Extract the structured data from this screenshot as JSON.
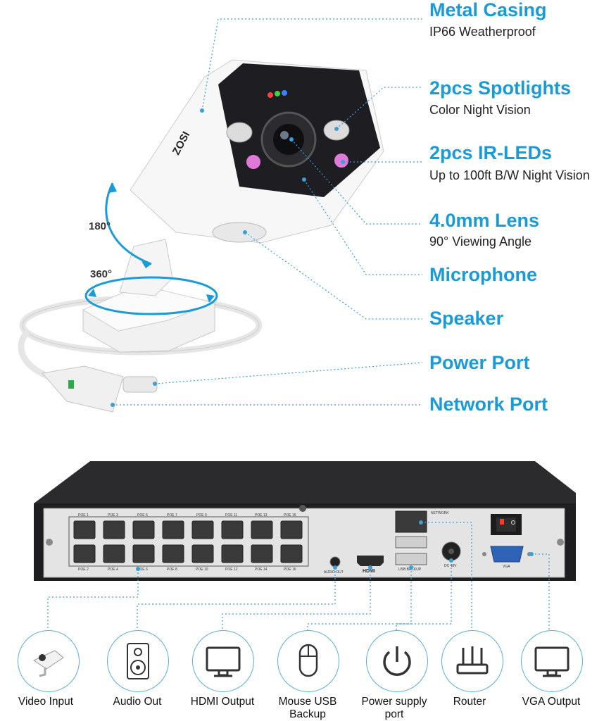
{
  "camera": {
    "brand": "ZOSI",
    "rotation_vertical": "180°",
    "rotation_horizontal": "360°"
  },
  "features": [
    {
      "title": "Metal Casing",
      "subtitle": "IP66 Weatherproof"
    },
    {
      "title": "2pcs Spotlights",
      "subtitle": "Color Night Vision"
    },
    {
      "title": "2pcs IR-LEDs",
      "subtitle": "Up to 100ft B/W Night Vision"
    },
    {
      "title": "4.0mm Lens",
      "subtitle": "90° Viewing Angle"
    },
    {
      "title": "Microphone",
      "subtitle": ""
    },
    {
      "title": "Speaker",
      "subtitle": ""
    },
    {
      "title": "Power Port",
      "subtitle": ""
    },
    {
      "title": "Network Port",
      "subtitle": ""
    }
  ],
  "nvr": {
    "poe_top": [
      "POE 1",
      "POE 3",
      "POE 5",
      "POE 7",
      "POE 9",
      "POE 11",
      "POE 13",
      "POE 15"
    ],
    "poe_bottom": [
      "POE 2",
      "POE 4",
      "POE 6",
      "POE 8",
      "POE 10",
      "POE 12",
      "POE 14",
      "POE 16"
    ],
    "audio_out": "AUDIO OUT",
    "hdmi": "HDMI",
    "network": "NETWORK",
    "usb_backup": "USB BACKUP",
    "dc": "DC 48V",
    "vga": "VGA"
  },
  "connections": [
    {
      "label": "Video Input",
      "icon": "camera-icon"
    },
    {
      "label": "Audio Out",
      "icon": "speaker-icon"
    },
    {
      "label": "HDMI Output",
      "icon": "monitor-icon"
    },
    {
      "label": "Mouse USB Backup",
      "icon": "mouse-icon"
    },
    {
      "label": "Power supply port",
      "icon": "power-icon"
    },
    {
      "label": "Router",
      "icon": "router-icon"
    },
    {
      "label": "VGA Output",
      "icon": "monitor-icon"
    }
  ],
  "colors": {
    "accent": "#1a9bd7",
    "leader": "#3a9fd6",
    "nvr_body": "#2a2a2a",
    "panel": "#e4e4e4"
  }
}
